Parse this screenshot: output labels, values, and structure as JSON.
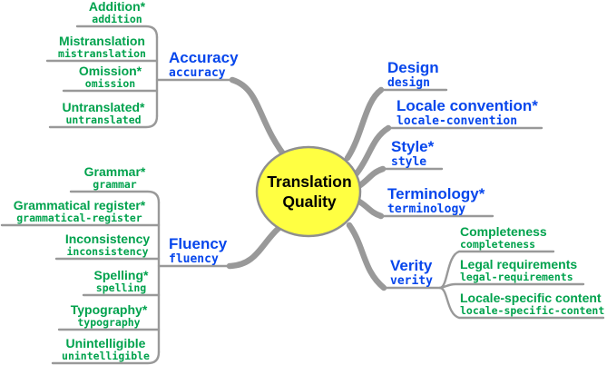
{
  "center": {
    "line1": "Translation",
    "line2": "Quality"
  },
  "colors": {
    "blue": "#0646ec",
    "green": "#00a24d",
    "line": "#999999",
    "center_fill": "#ffff42",
    "center_stroke": "#8f8f8f",
    "center_text": "#000000"
  },
  "left": [
    {
      "label": "Accuracy",
      "code": "accuracy",
      "children": [
        {
          "label": "Addition*",
          "code": "addition"
        },
        {
          "label": "Mistranslation",
          "code": "mistranslation"
        },
        {
          "label": "Omission*",
          "code": "omission"
        },
        {
          "label": "Untranslated*",
          "code": "untranslated"
        }
      ]
    },
    {
      "label": "Fluency",
      "code": "fluency",
      "children": [
        {
          "label": "Grammar*",
          "code": "grammar"
        },
        {
          "label": "Grammatical register*",
          "code": "grammatical-register"
        },
        {
          "label": "Inconsistency",
          "code": "inconsistency"
        },
        {
          "label": "Spelling*",
          "code": "spelling"
        },
        {
          "label": "Typography*",
          "code": "typography"
        },
        {
          "label": "Unintelligible",
          "code": "unintelligible"
        }
      ]
    }
  ],
  "right": [
    {
      "label": "Design",
      "code": "design",
      "children": []
    },
    {
      "label": "Locale convention*",
      "code": "locale-convention",
      "children": []
    },
    {
      "label": "Style*",
      "code": "style",
      "children": []
    },
    {
      "label": "Terminology*",
      "code": "terminology",
      "children": []
    },
    {
      "label": "Verity",
      "code": "verity",
      "children": [
        {
          "label": "Completeness",
          "code": "completeness"
        },
        {
          "label": "Legal requirements",
          "code": "legal-requirements"
        },
        {
          "label": "Locale-specific content",
          "code": "locale-specific-content"
        }
      ]
    }
  ]
}
